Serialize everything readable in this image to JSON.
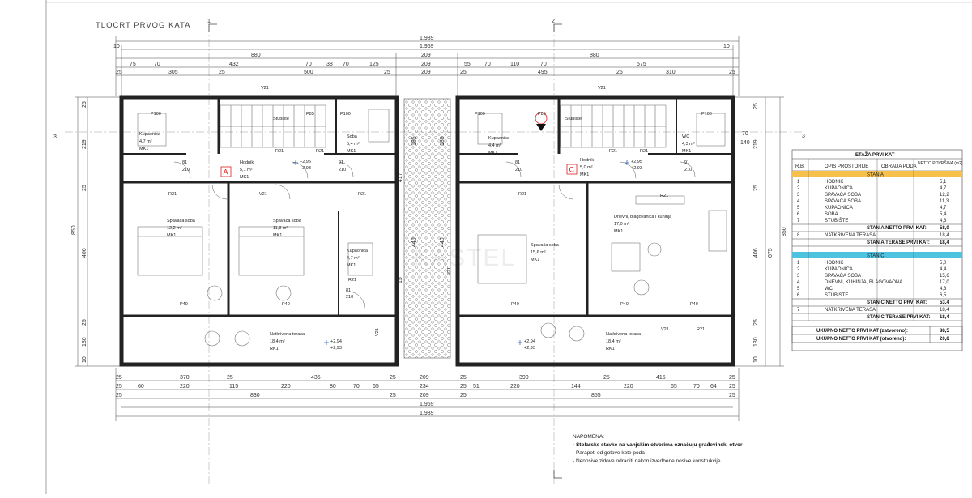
{
  "drawing": {
    "title": "TLOCRT PRVOG KATA",
    "section_markers": [
      "1",
      "2",
      "3",
      "3"
    ],
    "unit_markers": [
      "A",
      "C"
    ],
    "watermark": "KASTEL"
  },
  "dimensions": {
    "top_total_outer": "1.989",
    "top_total_inner": "1.969",
    "top_row3": [
      "10",
      "880",
      "209",
      "880",
      "10"
    ],
    "top_row4": [
      "75",
      "70",
      "432",
      "70",
      "38",
      "70",
      "125",
      "209",
      "55",
      "70",
      "110",
      "70",
      "575"
    ],
    "top_row5": [
      "25",
      "305",
      "25",
      "500",
      "25",
      "209",
      "25",
      "495",
      "25",
      "310",
      "25"
    ],
    "left_total": "850",
    "left_inner": [
      "25",
      "219",
      "25",
      "406",
      "25",
      "130",
      "10"
    ],
    "right_total": "850",
    "right_inner": [
      "25",
      "219",
      "25",
      "406",
      "25",
      "130",
      "10"
    ],
    "right_extra": [
      "675",
      "70",
      "140"
    ],
    "courtyard": [
      "185",
      "185",
      "417",
      "440",
      "440",
      "15"
    ],
    "bottom_row1": [
      "25",
      "370",
      "25",
      "435",
      "25",
      "209",
      "25",
      "390",
      "25",
      "415",
      "25"
    ],
    "bottom_row2": [
      "25",
      "60",
      "220",
      "115",
      "220",
      "80",
      "70",
      "65",
      "234",
      "25",
      "51",
      "220",
      "144",
      "220",
      "65",
      "70",
      "64",
      "25"
    ],
    "bottom_row3": [
      "25",
      "830",
      "25",
      "209",
      "25",
      "855",
      "25"
    ],
    "bottom_total_inner": "1.969",
    "bottom_total_outer": "1.989"
  },
  "rooms_a": [
    {
      "name": "Kupaonica",
      "area": "4,7 m²",
      "code": "MK1"
    },
    {
      "name": "Stubište",
      "area": "",
      "code": ""
    },
    {
      "name": "Soba",
      "area": "5,4 m²",
      "code": "MK1"
    },
    {
      "name": "Hodnik",
      "area": "5,1 m²",
      "code": "MK1"
    },
    {
      "name": "Spavaća soba",
      "area": "12,2 m²",
      "code": "MK1"
    },
    {
      "name": "Spavaća soba",
      "area": "11,3 m²",
      "code": "MK1"
    },
    {
      "name": "Kupaonica",
      "area": "4,7 m²",
      "code": "MK1"
    },
    {
      "name": "Natkrivena terasa",
      "area": "18,4 m²",
      "code": "RK1"
    }
  ],
  "rooms_c": [
    {
      "name": "Kupaonica",
      "area": "4,4 m²",
      "code": "MK1"
    },
    {
      "name": "Stubište",
      "area": "",
      "code": ""
    },
    {
      "name": "WC",
      "area": "4,3 m²",
      "code": "MK1"
    },
    {
      "name": "Hodnik",
      "area": "5,0 m²",
      "code": "MK1"
    },
    {
      "name": "Spavaća soba",
      "area": "15,6 m²",
      "code": "MK1"
    },
    {
      "name": "Dnevni, blagovanica i kuhinja",
      "area": "17,0 m²",
      "code": "MK1"
    },
    {
      "name": "Natkrivena terasa",
      "area": "18,4 m²",
      "code": "RK1"
    }
  ],
  "opening_tags": [
    "V21",
    "V21",
    "V21",
    "V21",
    "V21",
    "V21",
    "P40",
    "P40",
    "P40",
    "P40",
    "P40",
    "P100",
    "P100",
    "P85",
    "P100",
    "P100",
    "P85",
    "R21",
    "R21",
    "R21",
    "R21",
    "R21",
    "R21",
    "R21",
    "R21",
    "R21",
    "R21",
    "81",
    "210",
    "91",
    "210",
    "81",
    "210",
    "81",
    "210",
    "91",
    "210",
    "+2,95",
    "+2,93",
    "+2,95",
    "+2,93",
    "+2,94",
    "+2,93",
    "+2,94",
    "+2,93"
  ],
  "room_table": {
    "title": "ETAŽA PRVI KAT",
    "headers": [
      "R.B.",
      "OPIS PROSTORIJE",
      "OBRADA PODA",
      "NETTO POVRŠINA (m2)"
    ],
    "section_a": "STAN A",
    "rows_a": [
      [
        "1",
        "HODNIK",
        "",
        "5,1"
      ],
      [
        "2",
        "KUPAONICA",
        "",
        "4,7"
      ],
      [
        "3",
        "SPAVAĆA SOBA",
        "",
        "12,2"
      ],
      [
        "4",
        "SPAVAĆA SOBA",
        "",
        "11,3"
      ],
      [
        "5",
        "KUPAONICA",
        "",
        "4,7"
      ],
      [
        "6",
        "SOBA",
        "",
        "5,4"
      ],
      [
        "7",
        "STUBIŠTE",
        "",
        "4,3"
      ]
    ],
    "sum_a_net": [
      "STAN A NETTO PRVI KAT:",
      "58,0"
    ],
    "row_a_terrace": [
      "8",
      "NATKRIVENA TERASA",
      "",
      "18,4"
    ],
    "sum_a_terrace": [
      "STAN A TERASE PRVI KAT:",
      "18,4"
    ],
    "section_c": "STAN C",
    "rows_c": [
      [
        "1",
        "HODNIK",
        "",
        "5,0"
      ],
      [
        "2",
        "KUPAONICA",
        "",
        "4,4"
      ],
      [
        "3",
        "SPAVAĆA SOBA",
        "",
        "15,6"
      ],
      [
        "4",
        "DNEVNI, KUHINJA, BLAGOVAONA",
        "",
        "17,0"
      ],
      [
        "5",
        "WC",
        "",
        "4,3"
      ],
      [
        "6",
        "STUBIŠTE",
        "",
        "6,5"
      ]
    ],
    "sum_c_net": [
      "STAN C NETTO PRVI KAT:",
      "53,4"
    ],
    "row_c_terrace": [
      "7",
      "NATKRIVENA TERASA",
      "",
      "18,4"
    ],
    "sum_c_terrace": [
      "STAN C TERASE PRVI KAT:",
      "18,4"
    ],
    "total_closed": [
      "UKUPNO NETTO PRVI KAT (zatvoreno):",
      "88,5"
    ],
    "total_open": [
      "UKUPNO NETTO PRVI KAT (otvoreno):",
      "20,8"
    ],
    "colors": {
      "stan_a": "#f6c04a",
      "stan_c": "#4ec3e0"
    }
  },
  "notes": {
    "title": "NAPOMENA:",
    "lines": [
      "- Stolarske stavke na vanjskim otvorima označuju građevinski otvor",
      "- Parapeti od gotove kote poda",
      "- Nenosive zidove odraditi nakon izvedbene nosive konstrukcije"
    ]
  }
}
